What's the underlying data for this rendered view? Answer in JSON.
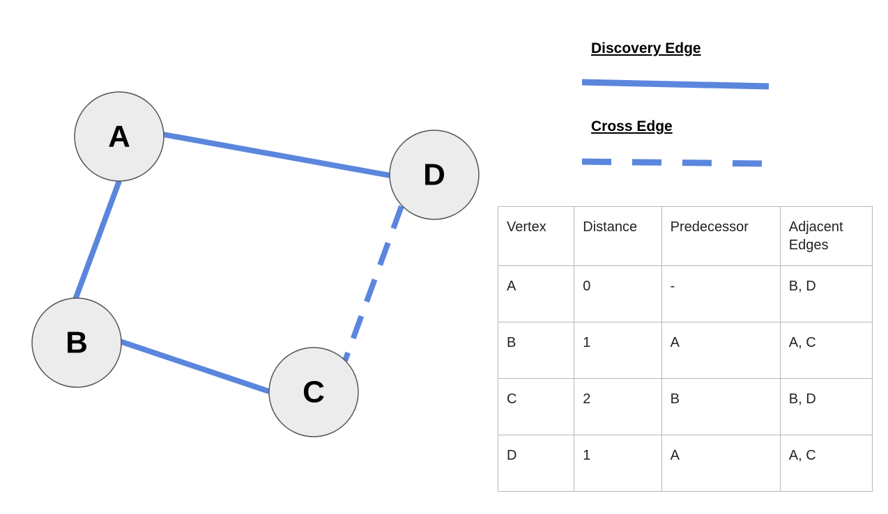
{
  "graph": {
    "nodes": [
      {
        "id": "A",
        "label": "A"
      },
      {
        "id": "B",
        "label": "B"
      },
      {
        "id": "C",
        "label": "C"
      },
      {
        "id": "D",
        "label": "D"
      }
    ],
    "edges": [
      {
        "from": "A",
        "to": "D",
        "type": "discovery"
      },
      {
        "from": "A",
        "to": "B",
        "type": "discovery"
      },
      {
        "from": "B",
        "to": "C",
        "type": "discovery"
      },
      {
        "from": "D",
        "to": "C",
        "type": "cross"
      }
    ]
  },
  "legend": {
    "discovery_label": "Discovery Edge",
    "cross_label": "Cross Edge"
  },
  "table": {
    "headers": [
      "Vertex",
      "Distance",
      "Predecessor",
      "Adjacent Edges"
    ],
    "rows": [
      [
        "A",
        "0",
        "-",
        "B, D"
      ],
      [
        "B",
        "1",
        "A",
        "A, C"
      ],
      [
        "C",
        "2",
        "B",
        "B, D"
      ],
      [
        "D",
        "1",
        "A",
        "A, C"
      ]
    ]
  },
  "colors": {
    "edge": "#5b86dd",
    "node_fill": "#ececec",
    "node_stroke": "#555555",
    "table_border": "#b7b7b7"
  }
}
